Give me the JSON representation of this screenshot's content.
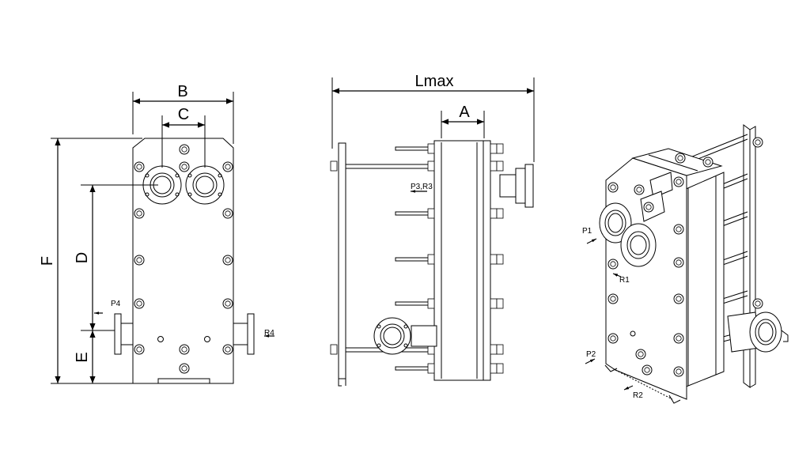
{
  "labels": {
    "B": "B",
    "C": "C",
    "F": "F",
    "D": "D",
    "E": "E",
    "P4": "P4",
    "R4": "R4",
    "Lmax": "Lmax",
    "A": "A",
    "P3R3": "P3,R3",
    "P1": "P1",
    "R1": "R1",
    "P2": "P2",
    "R2": "R2"
  },
  "colors": {
    "line": "#000000",
    "background": "#ffffff",
    "fill": "#ffffff"
  }
}
